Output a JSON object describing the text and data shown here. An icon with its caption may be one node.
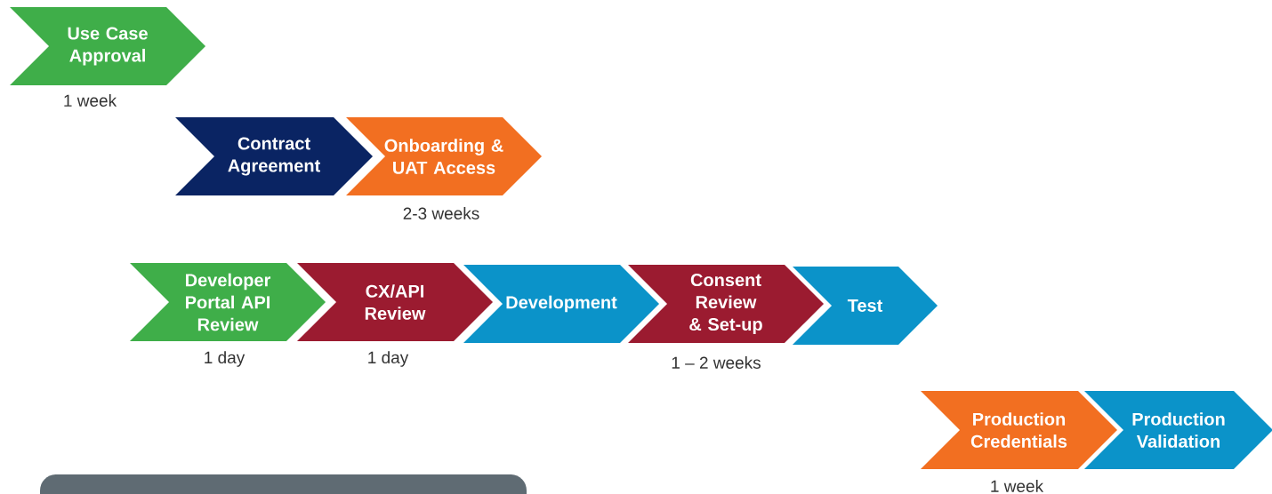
{
  "diagram": {
    "nodes": [
      {
        "text": [
          "Use Case Approval"
        ],
        "beside": [
          "1 week"
        ]
      },
      {
        "text": [
          "Contract Agreement"
        ]
      },
      {
        "text": [
          "Onboarding & UAT Access"
        ],
        "beside": [
          "2-3 weeks"
        ]
      },
      {
        "text": [
          "Developer Portal API Review"
        ],
        "beside": [
          "1 day"
        ]
      },
      {
        "text": [
          "CX/API Review"
        ],
        "beside": [
          "1 day"
        ]
      },
      {
        "text": [
          "Development"
        ]
      },
      {
        "text": [
          "Consent Review & Set-up"
        ],
        "beside": [
          "1 – 2 weeks"
        ]
      },
      {
        "text": [
          "Test"
        ]
      },
      {
        "text": [
          "Production Credentials"
        ],
        "beside": [
          "1 week"
        ]
      },
      {
        "text": [
          "Production Validation"
        ]
      }
    ]
  }
}
